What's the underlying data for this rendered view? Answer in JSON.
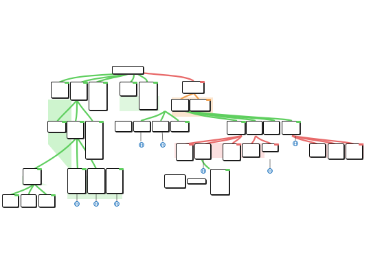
{
  "colors": {
    "green_branch": "#5fcf5f",
    "green_fill": "#9be89b",
    "red_branch": "#e86a6a",
    "red_fill": "#f5a0a0",
    "orange_accent": "#f0a050",
    "node_border": "#111111",
    "icon_blue": "#1e73be"
  },
  "root": {
    "text": ""
  },
  "nodes": [
    {
      "id": "n1",
      "text": "",
      "branch": "green"
    },
    {
      "id": "n2",
      "text": "",
      "branch": "green"
    },
    {
      "id": "n3",
      "text": "",
      "branch": "green"
    },
    {
      "id": "n4",
      "text": "",
      "branch": "green"
    },
    {
      "id": "n5",
      "text": "",
      "branch": "green"
    },
    {
      "id": "n6",
      "text": "",
      "branch": "red"
    },
    {
      "id": "n7",
      "text": "",
      "branch": "orange"
    },
    {
      "id": "n8",
      "text": "",
      "branch": "orange"
    },
    {
      "id": "n9",
      "text": "",
      "branch": "green"
    },
    {
      "id": "n10",
      "text": "",
      "branch": "green"
    },
    {
      "id": "n11",
      "text": "",
      "branch": "green"
    },
    {
      "id": "n12",
      "text": "",
      "branch": "green"
    },
    {
      "id": "n13",
      "text": "",
      "branch": "green"
    },
    {
      "id": "n14",
      "text": "",
      "branch": "green"
    },
    {
      "id": "n15",
      "text": "",
      "branch": "green"
    },
    {
      "id": "n16",
      "text": "",
      "branch": "green"
    },
    {
      "id": "n17",
      "text": "",
      "branch": "green"
    },
    {
      "id": "n18",
      "text": "",
      "branch": "green"
    },
    {
      "id": "n19",
      "text": "",
      "branch": "green"
    },
    {
      "id": "n20",
      "text": "",
      "branch": "green"
    },
    {
      "id": "n21",
      "text": "",
      "branch": "green"
    },
    {
      "id": "n22",
      "text": "",
      "branch": "green"
    },
    {
      "id": "n23",
      "text": "",
      "branch": "green"
    },
    {
      "id": "n24",
      "text": "",
      "branch": "green"
    },
    {
      "id": "n25",
      "text": "",
      "branch": "green"
    },
    {
      "id": "n26",
      "text": "",
      "branch": "red"
    },
    {
      "id": "n27",
      "text": "",
      "branch": "red"
    },
    {
      "id": "n28",
      "text": "",
      "branch": "red"
    },
    {
      "id": "n29",
      "text": "",
      "branch": "red"
    },
    {
      "id": "n30",
      "text": "",
      "branch": "red"
    },
    {
      "id": "n31",
      "text": "",
      "branch": "red"
    },
    {
      "id": "n32",
      "text": "",
      "branch": "red"
    },
    {
      "id": "n33",
      "text": "",
      "branch": "red"
    },
    {
      "id": "n34",
      "text": "",
      "branch": "none"
    },
    {
      "id": "n35",
      "text": "",
      "branch": "none"
    },
    {
      "id": "n36",
      "text": "",
      "branch": "green"
    }
  ],
  "link_icons": [
    {
      "id": "i1",
      "icon": "globe-link-icon",
      "title": "",
      "caption": ""
    },
    {
      "id": "i2",
      "icon": "globe-link-icon",
      "title": "",
      "caption": ""
    },
    {
      "id": "i3",
      "icon": "globe-link-icon",
      "title": "",
      "caption": ""
    },
    {
      "id": "i4",
      "icon": "globe-link-icon",
      "title": "",
      "caption": ""
    },
    {
      "id": "i5",
      "icon": "globe-link-icon",
      "title": "",
      "caption": ""
    },
    {
      "id": "i6",
      "icon": "globe-link-icon",
      "title": "",
      "caption": ""
    },
    {
      "id": "i7",
      "icon": "globe-link-icon",
      "title": "",
      "caption": ""
    },
    {
      "id": "i8",
      "icon": "globe-link-icon",
      "title": "",
      "caption": ""
    }
  ]
}
